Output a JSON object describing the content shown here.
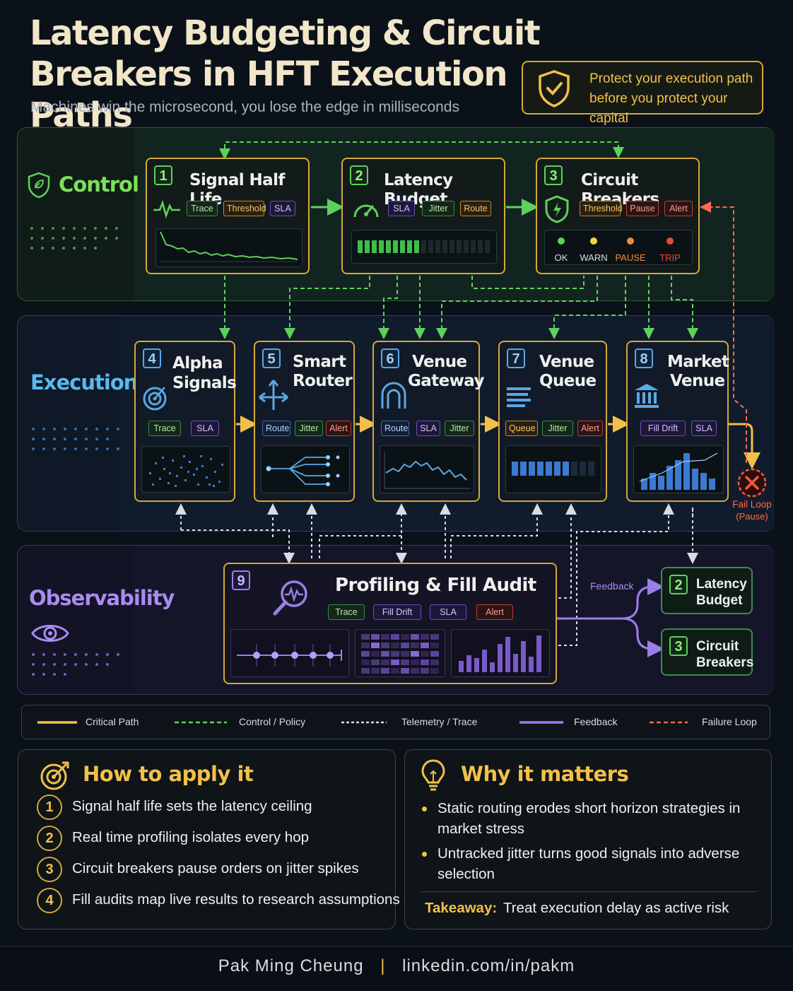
{
  "header": {
    "title": "Latency Budgeting & Circuit Breakers in HFT Execution Paths",
    "subtitle": "Machines win the microsecond, you lose the edge in milliseconds",
    "tagline": "Protect your execution path before you protect your capital"
  },
  "sections": {
    "control": "Control Plane",
    "execution": "Execution Path",
    "observability": "Observability"
  },
  "control_cards": [
    {
      "num": "1",
      "title": "Signal Half Life",
      "tags": [
        "Trace",
        "Threshold",
        "SLA"
      ]
    },
    {
      "num": "2",
      "title": "Latency Budget",
      "tags": [
        "SLA",
        "Jitter",
        "Route"
      ]
    },
    {
      "num": "3",
      "title": "Circuit Breakers",
      "tags": [
        "Threshold",
        "Pause",
        "Alert"
      ],
      "states": [
        "OK",
        "WARN",
        "PAUSE",
        "TRIP"
      ]
    }
  ],
  "exec_cards": [
    {
      "num": "4",
      "title1": "Alpha",
      "title2": "Signals",
      "tags": [
        "Trace",
        "SLA"
      ]
    },
    {
      "num": "5",
      "title1": "Smart",
      "title2": "Router",
      "tags": [
        "Route",
        "Jitter",
        "Alert"
      ]
    },
    {
      "num": "6",
      "title1": "Venue",
      "title2": "Gateway",
      "tags": [
        "Route",
        "SLA",
        "Jitter"
      ]
    },
    {
      "num": "7",
      "title1": "Venue",
      "title2": "Queue",
      "tags": [
        "Queue",
        "Jitter",
        "Alert"
      ]
    },
    {
      "num": "8",
      "title1": "Market",
      "title2": "Venue",
      "tags": [
        "Fill Drift",
        "SLA"
      ]
    }
  ],
  "fail_loop": {
    "line1": "Fail Loop",
    "line2": "(Pause)"
  },
  "profiling": {
    "num": "9",
    "title": "Profiling & Fill Audit",
    "tags": [
      "Trace",
      "Fill Drift",
      "SLA",
      "Alert"
    ]
  },
  "feedback": {
    "label": "Feedback",
    "targets": [
      {
        "num": "2",
        "line1": "Latency",
        "line2": "Budget"
      },
      {
        "num": "3",
        "line1": "Circuit",
        "line2": "Breakers"
      }
    ]
  },
  "legend": [
    "Critical Path",
    "Control / Policy",
    "Telemetry / Trace",
    "Feedback",
    "Failure Loop"
  ],
  "apply": {
    "title": "How to apply it",
    "steps": [
      {
        "num": "1",
        "text": "Signal half life sets the latency ceiling"
      },
      {
        "num": "2",
        "text": "Real time profiling isolates every hop"
      },
      {
        "num": "3",
        "text": "Circuit breakers pause orders on jitter spikes"
      },
      {
        "num": "4",
        "text": "Fill audits map live results to research assumptions"
      }
    ]
  },
  "why": {
    "title": "Why it matters",
    "bullets": [
      "Static routing erodes short horizon strategies in market stress",
      "Untracked jitter turns good signals into adverse selection"
    ],
    "takeaway_label": "Takeaway:",
    "takeaway": "Treat execution delay as active risk"
  },
  "footer": {
    "name": "Pak Ming Cheung",
    "sep": "|",
    "link": "linkedin.com/in/pakm"
  },
  "colors": {
    "gold": "#f2c04a",
    "green": "#5ed15a",
    "purple": "#9b7fe8",
    "red": "#ff6a4a",
    "blue": "#5aa8e6"
  },
  "budget_fill": {
    "filled": 9,
    "total": 19
  },
  "queue_fill": {
    "filled": 7,
    "total": 10
  }
}
